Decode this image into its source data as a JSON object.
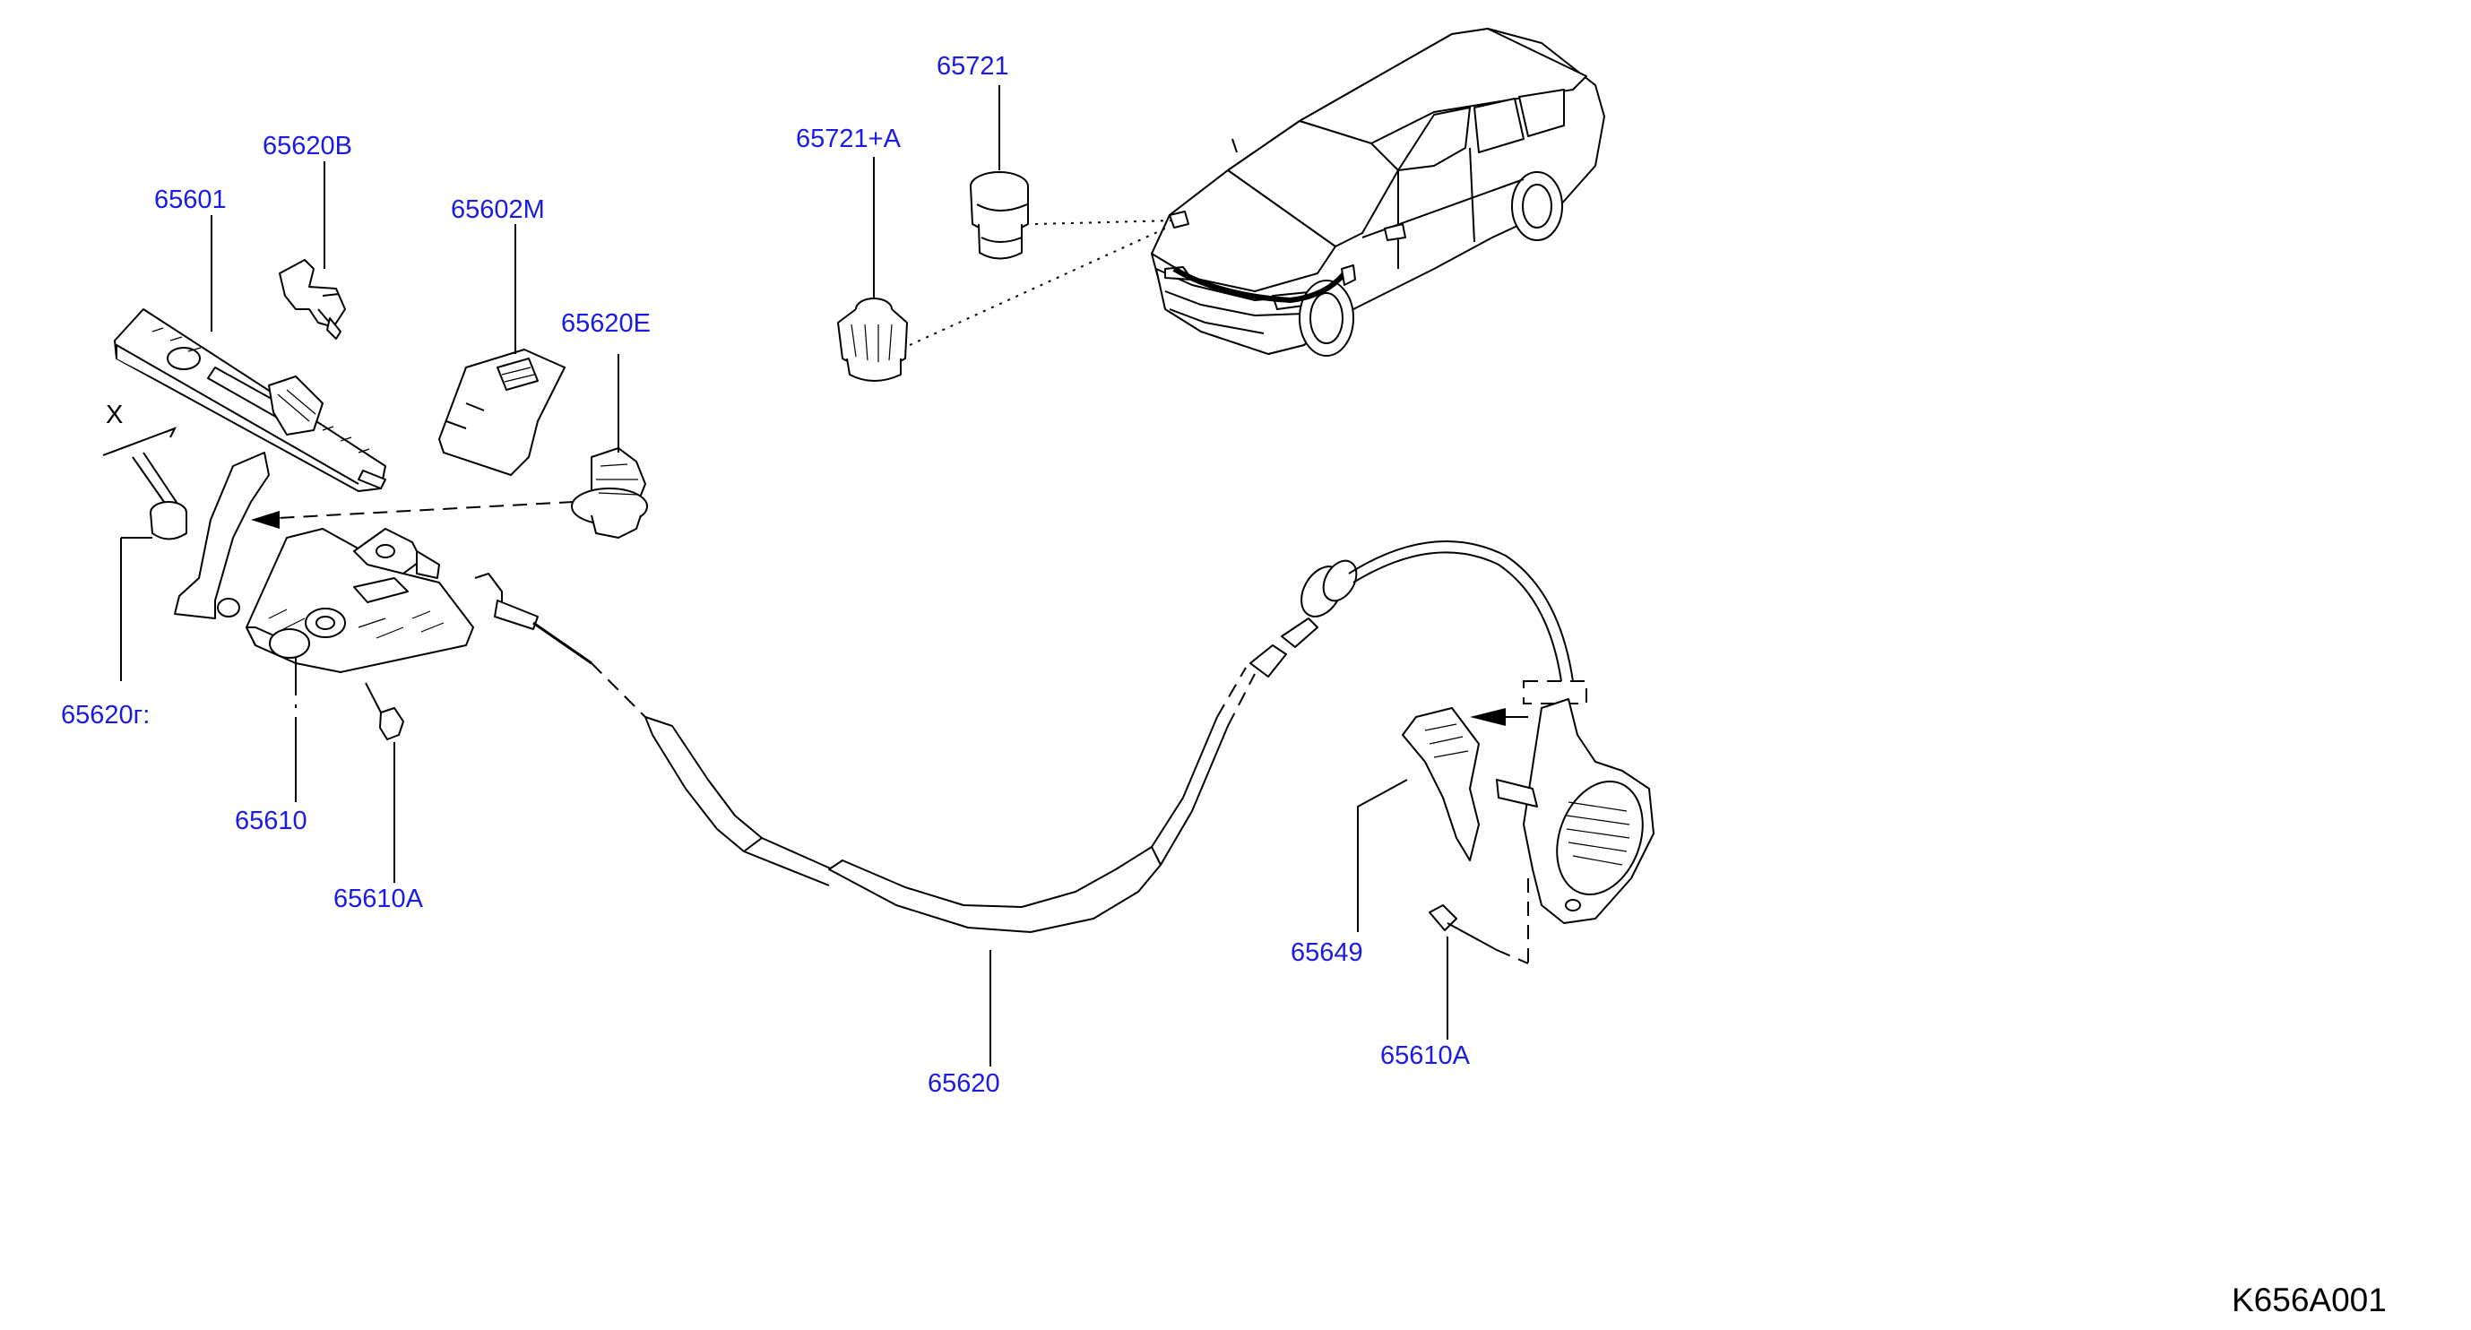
{
  "parts": [
    {
      "id": "65620B",
      "label": "65620B"
    },
    {
      "id": "65601",
      "label": "65601"
    },
    {
      "id": "65602M",
      "label": "65602M"
    },
    {
      "id": "65620E",
      "label": "65620E"
    },
    {
      "id": "65721A",
      "label": "65721+A"
    },
    {
      "id": "65721",
      "label": "65721"
    },
    {
      "id": "65620D",
      "label": "65620г:"
    },
    {
      "id": "65610",
      "label": "65610"
    },
    {
      "id": "65610A1",
      "label": "65610A"
    },
    {
      "id": "65620",
      "label": "65620"
    },
    {
      "id": "65649",
      "label": "65649"
    },
    {
      "id": "65610A2",
      "label": "65610A"
    }
  ],
  "dimension_marker": "X",
  "diagram_code": "K656A001",
  "colors": {
    "part_label": "#1a1ae6",
    "line": "#000000",
    "background": "#ffffff"
  }
}
